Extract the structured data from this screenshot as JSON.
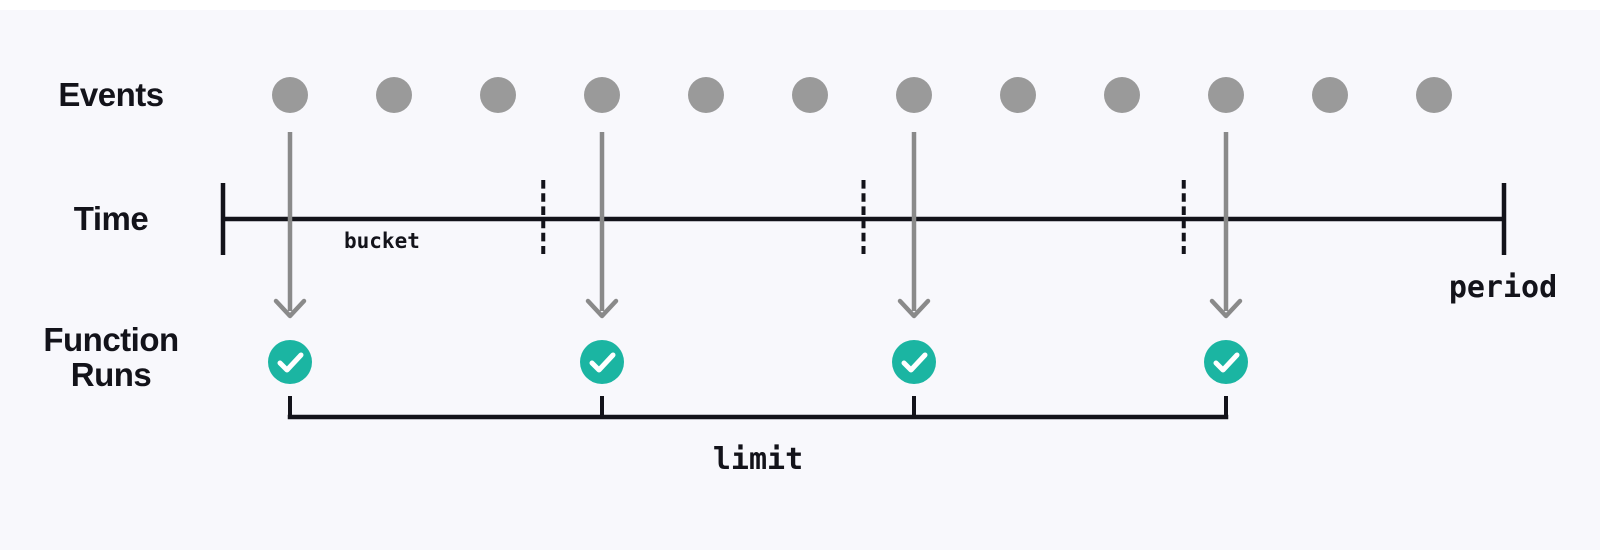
{
  "title": "Event throttling diagram",
  "labels": {
    "events": "Events",
    "time": "Time",
    "function_runs_line1": "Function",
    "function_runs_line2": "Runs"
  },
  "annotations": {
    "bucket": "bucket",
    "period": "period",
    "limit": "limit"
  },
  "colors": {
    "background": "#f8f8fc",
    "page": "#ffffff",
    "ink": "#13131a",
    "event_dot_gray": "#9a9a9a",
    "arrow_gray": "#8a8a8a",
    "accent_teal": "#1bb5a2",
    "check_white": "#ffffff"
  },
  "diagram": {
    "events_count": 12,
    "buckets_count": 4,
    "events_per_bucket": 3,
    "function_runs_count": 4,
    "check_icon_name": "check-icon"
  }
}
